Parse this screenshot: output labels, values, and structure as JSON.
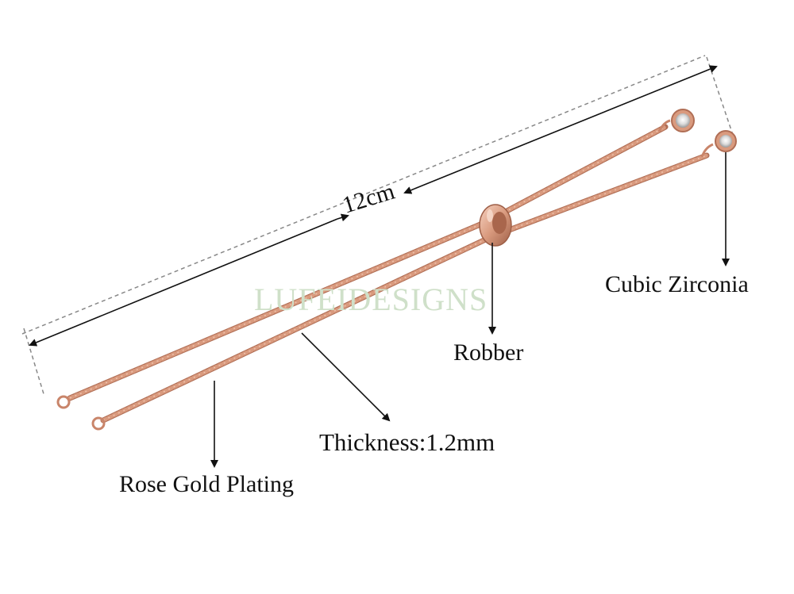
{
  "product_photo": {
    "watermark": "LUFEIDESIGNS",
    "metal_color": "#d99a7e",
    "metal_shadow": "#b06e55",
    "metal_highlight": "#f3c9b5",
    "annotations": {
      "length": "12cm",
      "stone": "Cubic Zirconia",
      "slider": "Robber",
      "thickness": "Thickness:1.2mm",
      "plating": "Rose Gold Plating"
    }
  }
}
